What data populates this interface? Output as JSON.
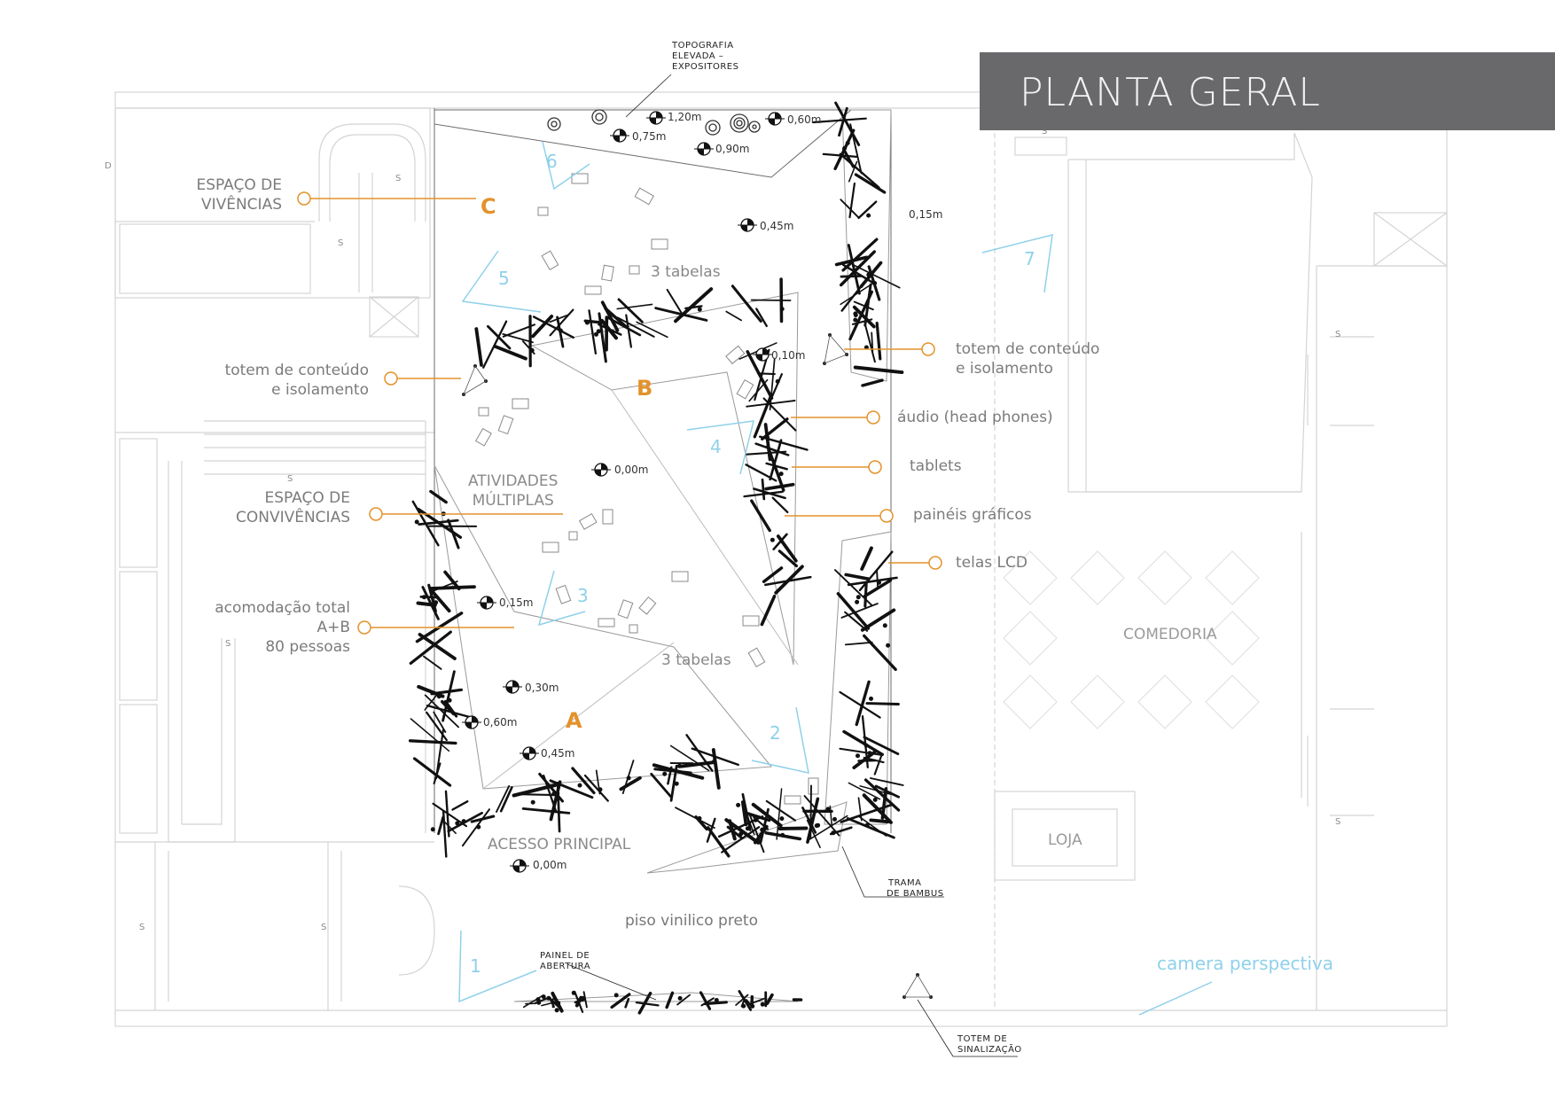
{
  "title": "PLANTA GERAL",
  "zones": {
    "a": "A",
    "b": "B",
    "c": "C"
  },
  "left_labels": {
    "vivencias": [
      "ESPAÇO DE",
      "VIVÊNCIAS"
    ],
    "totem": [
      "totem de conteúdo",
      "e isolamento"
    ],
    "convivencias": [
      "ESPAÇO DE",
      "CONVIVÊNCIAS"
    ],
    "acomodacao": [
      "acomodação total",
      "A+B",
      "80 pessoas"
    ]
  },
  "right_labels": {
    "totem": [
      "totem de conteúdo",
      "e isolamento"
    ],
    "audio": "áudio (head phones)",
    "tablets": "tablets",
    "paineis": "painéis gráficos",
    "telas": "telas LCD"
  },
  "inner_labels": {
    "tabelas_top": "3 tabelas",
    "tabelas_bottom": "3 tabelas",
    "atividades": [
      "ATIVIDADES",
      "MÚLTIPLAS"
    ],
    "acesso": "ACESSO PRINCIPAL",
    "piso": "piso vinilico preto"
  },
  "rooms": {
    "comedoria": "COMEDORIA",
    "loja": "LOJA"
  },
  "levels": {
    "l120": "1,20m",
    "l075": "0,75m",
    "l090": "0,90m",
    "l060t": "0,60m",
    "l045t": "0,45m",
    "l015r": "0,15m",
    "l010": "0,10m",
    "l000c": "0,00m",
    "l015l": "0,15m",
    "l030": "0,30m",
    "l060l": "0,60m",
    "l045b": "0,45m",
    "l000b": "0,00m"
  },
  "notes": {
    "topografia": [
      "TOPOGRAFIA",
      "ELEVADA  –",
      "EXPOSITORES"
    ],
    "trama": [
      "TRAMA",
      "DE  BAMBUS"
    ],
    "painel": [
      "PAINEL  DE",
      "ABERTURA"
    ],
    "totem_sin": [
      "TOTEM  DE",
      "SINALIZAÇÃO"
    ]
  },
  "cameras": [
    "1",
    "2",
    "3",
    "4",
    "5",
    "6",
    "7"
  ],
  "camera_legend": "camera perspectiva",
  "colors": {
    "accent": "#e3922b",
    "camera": "#8fd1ea",
    "title_bg": "#69686a"
  }
}
